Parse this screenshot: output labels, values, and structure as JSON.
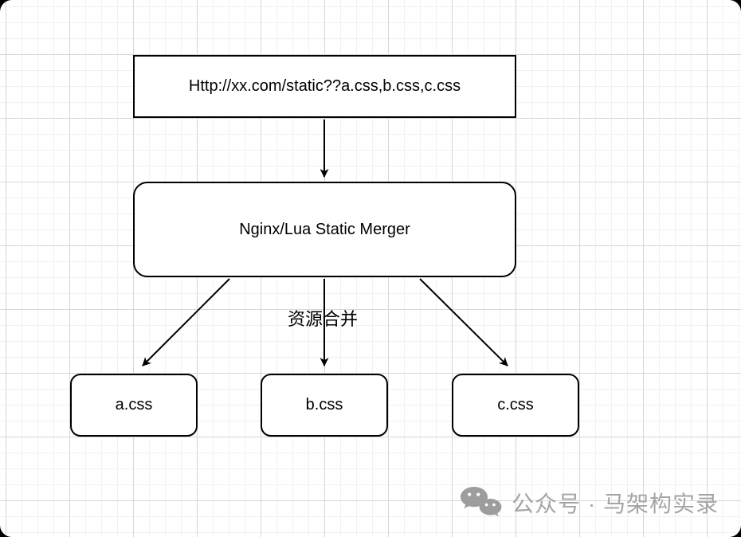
{
  "diagram": {
    "nodes": {
      "url": {
        "label": "Http://xx.com/static??a.css,b.css,c.css"
      },
      "merger": {
        "label": "Nginx/Lua Static Merger"
      },
      "files": [
        {
          "label": "a.css"
        },
        {
          "label": "b.css"
        },
        {
          "label": "c.css"
        }
      ]
    },
    "edge_label": "资源合并"
  },
  "watermark": {
    "icon": "wechat-icon",
    "text": "公众号 · 马架构实录",
    "color": "#a5a5a5"
  },
  "colors": {
    "stroke": "#000000",
    "node_fill": "#ffffff",
    "grid_minor": "#f1f1f1",
    "grid_major": "#d6d6d6",
    "page_background": "#000000"
  }
}
